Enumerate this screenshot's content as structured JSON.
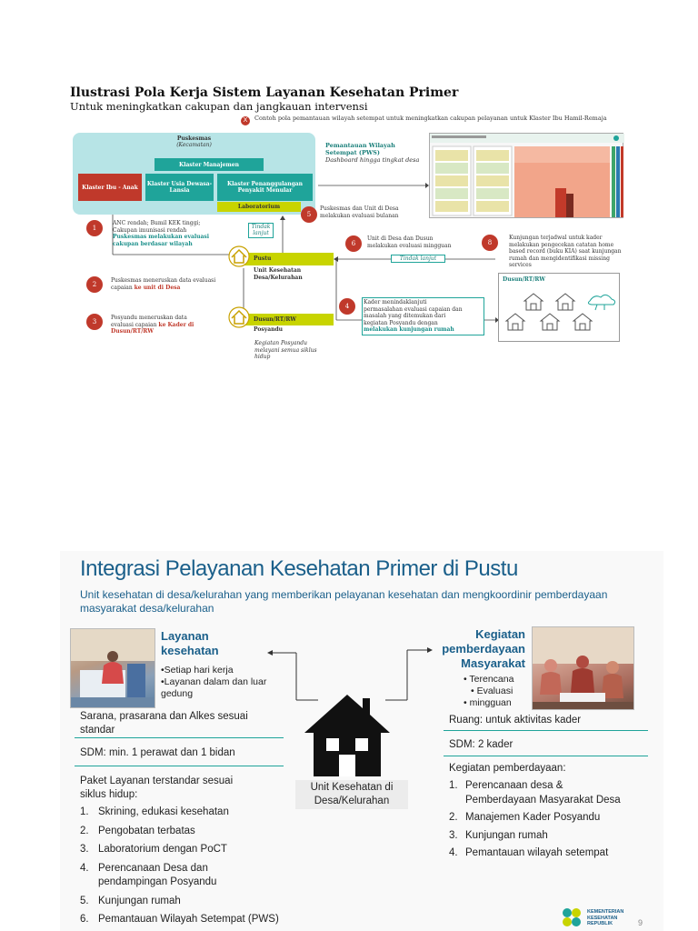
{
  "top": {
    "title": "Ilustrasi Pola Kerja Sistem Layanan Kesehatan Primer",
    "subtitle": "Untuk meningkatkan cakupan dan jangkauan intervensi",
    "note": "Contoh pola pemantauan wilayah setempat untuk meningkatkan cakupan pelayanan untuk Klaster Ibu Hamil-Remaja",
    "puskesmas_title": "Puskesmas",
    "puskesmas_sub": "(Kecamatan)",
    "klaster_manajemen": "Klaster Manajemen",
    "klaster_ibu": "Klaster Ibu - Anak",
    "klaster_usia": "Klaster Usia Dewasa-Lansia",
    "klaster_penanggulangan": "Klaster Penanggulangan Penyakit Menular",
    "laboratorium": "Laboratorium",
    "pws_title_1": "Pemantauan Wilayah",
    "pws_title_2": "Setempat (PWS)",
    "pws_desc": "Dashboard hingga tingkat desa",
    "step1_line1": "ANC rendah; Bumil KEK tinggi;",
    "step1_line2": "Cakupan imunisasi rendah",
    "step1_line3": "Puskesmas melakukan evaluasi",
    "step1_line4": "cakupan berdasar wilayah",
    "tindak_lanjut_1": "Tindak lanjut",
    "step5_line1": "Puskesmas dan Unit di Desa",
    "step5_line2": "melakukan evaluasi bulanan",
    "step6_line1": "Unit di Desa dan Dusun",
    "step6_line2": "melakukan evaluasi mingguan",
    "tindak_lanjut_2": "Tindak lanjut",
    "step8_text": "Kunjungan terjadwal untuk kader melakukan pengecekan catatan home based record (buku KIA) saat kunjungan rumah dan mengidentifikasi missing services",
    "pustu_label": "Pustu",
    "pustu_sub_1": "Unit Kesehatan",
    "pustu_sub_2": "Desa/Kelurahan",
    "step2_line1": "Puskesmas meneruskan data evaluasi",
    "step2_line2_a": "capaian ",
    "step2_line2_b": "ke unit di Desa",
    "step3_line1": "Posyandu meneruskan data",
    "step3_line2_a": "evaluasi capaian ",
    "step3_line2_b": "ke Kader di",
    "step3_line3": "Dusun/RT/RW",
    "dusun_bar_label": "Dusun/RT/RW",
    "posyandu_label": "Posyandu",
    "posyandu_note_1": "Kegiatan Posyandu",
    "posyandu_note_2": "melayani semua siklus",
    "posyandu_note_3": "hidup",
    "step4_line1": "Kader menindaklanjuti",
    "step4_line2": "permasalahan evaluasi capaian dan",
    "step4_line3": "masalah yang ditemukan dari",
    "step4_line4": "kegiatan Posyandu dengan",
    "step4_line5": "melakukan kunjungan rumah",
    "dusun_box_label": "Dusun/RT/RW",
    "n1": "1",
    "n2": "2",
    "n3": "3",
    "n4": "4",
    "n5": "5",
    "n6": "6",
    "n8": "8",
    "x_mark": "X"
  },
  "bottom": {
    "title": "Integrasi Pelayanan Kesehatan Primer di Pustu",
    "subtitle": "Unit kesehatan di desa/kelurahan yang memberikan pelayanan kesehatan dan mengkoordinir pemberdayaan masyarakat desa/kelurahan",
    "layanan_head_1": "Layanan",
    "layanan_head_2": "kesehatan",
    "layanan_b1": "•Setiap hari kerja",
    "layanan_b2": "•Layanan dalam dan luar",
    "layanan_b3": "gedung",
    "sarana_1": "Sarana, prasarana dan Alkes sesuai",
    "sarana_2": "standar",
    "sdm_left": "SDM: min. 1 perawat dan 1 bidan",
    "paket_1": "Paket Layanan terstandar sesuai",
    "paket_2": "siklus  hidup:",
    "paket_items": [
      {
        "num": "1.",
        "text": "Skrining, edukasi kesehatan"
      },
      {
        "num": "2.",
        "text": "Pengobatan terbatas"
      },
      {
        "num": "3.",
        "text": "Laboratorium dengan PoCT"
      },
      {
        "num": "4.",
        "text": "Perencanaan Desa dan"
      },
      {
        "num": "",
        "text": "pendampingan Posyandu"
      },
      {
        "num": "5.",
        "text": "Kunjungan rumah"
      },
      {
        "num": "6.",
        "text": "Pemantauan Wilayah Setempat  (PWS)"
      }
    ],
    "house_label_1": "Unit Kesehatan di",
    "house_label_2": "Desa/Kelurahan",
    "kegiatan_head_1": "Kegiatan",
    "kegiatan_head_2": "pemberdayaan",
    "kegiatan_head_3": "Masyarakat",
    "kegiatan_b1": "•   Terencana",
    "kegiatan_b2": "•   Evaluasi",
    "kegiatan_b3": "•   mingguan",
    "ruang": "Ruang: untuk aktivitas kader",
    "sdm_right": "SDM: 2 kader",
    "kegiatan_title": "Kegiatan pemberdayaan:",
    "kegiatan_items": [
      {
        "num": "1.",
        "text": "Perencanaan desa &"
      },
      {
        "num": "",
        "text": "Pemberdayaan Masyarakat Desa"
      },
      {
        "num": "2.",
        "text": "Manajemen Kader Posyandu"
      },
      {
        "num": "3.",
        "text": "Kunjungan rumah"
      },
      {
        "num": "4.",
        "text": "Pemantauan wilayah setempat"
      }
    ],
    "logo_1": "KEMENTERIAN",
    "logo_2": "KESEHATAN",
    "logo_3": "REPUBLIK",
    "page_number": "9"
  },
  "colors": {
    "teal": "#1fa49a",
    "red": "#c0392b",
    "lime": "#c8d400",
    "blue": "#1a5f8a"
  }
}
